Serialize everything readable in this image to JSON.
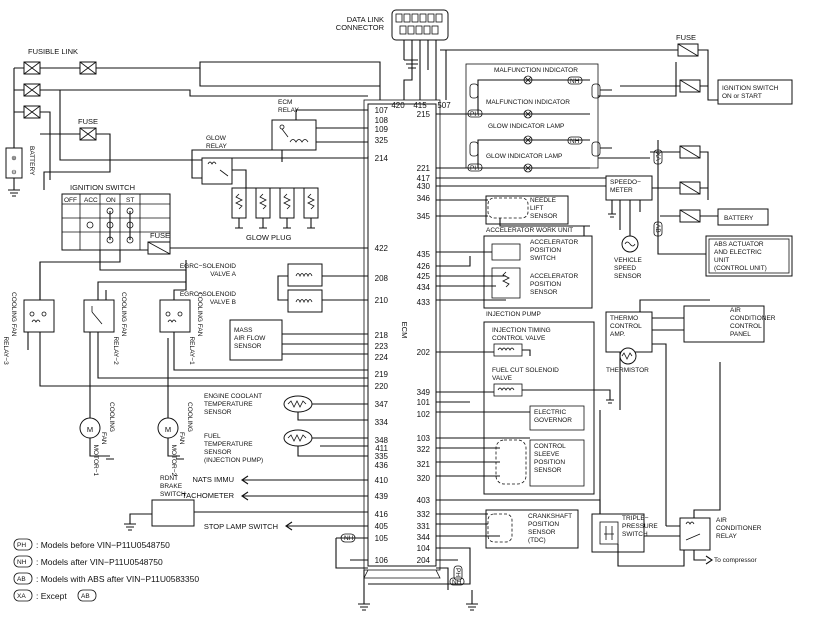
{
  "ecm": {
    "label": "ECM",
    "left_pins": [
      "107",
      "108",
      "109",
      "325",
      "214",
      "422",
      "208",
      "210",
      "218",
      "223",
      "224",
      "219",
      "220",
      "347",
      "334",
      "348",
      "411",
      "335",
      "436",
      "410",
      "439",
      "416",
      "405",
      "105",
      "106"
    ],
    "right_pins": [
      "215",
      "221",
      "417",
      "430",
      "346",
      "345",
      "435",
      "426",
      "425",
      "434",
      "433",
      "202",
      "349",
      "101",
      "102",
      "103",
      "322",
      "321",
      "320",
      "403",
      "332",
      "331",
      "344",
      "104",
      "204"
    ],
    "top_pins": [
      "420",
      "415",
      "507"
    ]
  },
  "labels": {
    "data_link": "DATA LINK\nCONNECTOR",
    "fusible_link": "FUSIBLE LINK",
    "fuse_left": "FUSE",
    "fuse_mid": "FUSE",
    "fuse_right": "FUSE",
    "battery_left": "BATTERY",
    "battery_right": "BATTERY",
    "ignition_switch": "IGNITION SWITCH",
    "ign_cols": [
      "OFF",
      "ACC",
      "ON",
      "ST"
    ],
    "ecm_relay": "ECM\nRELAY",
    "glow_relay": "GLOW\nRELAY",
    "glow_plug": "GLOW PLUG",
    "egrc_a": "EGRC−SOLENOID\nVALVE A",
    "egrc_b": "EGRC−SOLENOID\nVALVE B",
    "maf": "MASS\nAIR FLOW\nSENSOR",
    "ect": "ENGINE COOLANT\nTEMPERATURE\nSENSOR",
    "fuel_temp": "FUEL\nTEMPERATURE\nSENSOR\n(INJECTION PUMP)",
    "nats": "NATS IMMU",
    "tach": "TACHOMETER",
    "rdnt": "RDNT\nBRAKE\nSWITCH",
    "stop_lamp": "STOP LAMP SWITCH",
    "cf_relay1": "COOLING FAN\nRELAY−1",
    "cf_relay2": "COOLING FAN\nRELAY−2",
    "cf_relay3": "COOLING FAN\nRELAY−3",
    "cf_motor1": "COOLING\nFAN\nMOTOR−1",
    "cf_motor2": "COOLING\nFAN\nMOTOR−2",
    "mil1": "MALFUNCTION INDICATOR",
    "mil2": "MALFUNCTION INDICATOR",
    "glow_lamp1": "GLOW INDICATOR LAMP",
    "glow_lamp2": "GLOW INDICATOR LAMP",
    "ign_on_start": "IGNITION SWITCH\nON or START",
    "speedometer": "SPEEDO−\nMETER",
    "vss": "VEHICLE\nSPEED\nSENSOR",
    "abs": "ABS ACTUATOR\nAND ELECTRIC\nUNIT\n(CONTROL UNIT)",
    "needle_lift": "NEEDLE\nLIFT\nSENSOR",
    "accel_unit": "ACCELERATOR WORK UNIT",
    "accel_switch": "ACCELERATOR\nPOSITION\nSWITCH",
    "accel_sensor": "ACCELERATOR\nPOSITION\nSENSOR",
    "injection_pump": "INJECTION PUMP",
    "inj_timing": "INJECTION TIMING\nCONTROL VALVE",
    "fuel_cut": "FUEL CUT SOLENOID\nVALVE",
    "elec_gov": "ELECTRIC\nGOVERNOR",
    "control_sleeve": "CONTROL\nSLEEVE\nPOSITION\nSENSOR",
    "crank": "CRANKSHAFT\nPOSITION\nSENSOR\n(TDC)",
    "thermo_amp": "THERMO\nCONTROL\nAMP.",
    "thermistor": "THERMISTOR",
    "ac_panel": "AIR\nCONDITIONER\nCONTROL\nPANEL",
    "triple_switch": "TRIPLE−\nPRESSURE\nSWITCH",
    "ac_relay": "AIR\nCONDITIONER\nRELAY",
    "to_compressor": "To compressor"
  },
  "tags": {
    "ph": "PH",
    "nh": "NH",
    "ab": "AB",
    "xa": "XA"
  },
  "legend": [
    {
      "tag": "PH",
      "text": ": Models before VIN−P11U0548750"
    },
    {
      "tag": "NH",
      "text": ": Models after VIN−P11U0548750"
    },
    {
      "tag": "AB",
      "text": ": Models with ABS after VIN−P11U0583350"
    },
    {
      "tag": "XA",
      "text": ": Except",
      "tag2": "AB"
    }
  ]
}
